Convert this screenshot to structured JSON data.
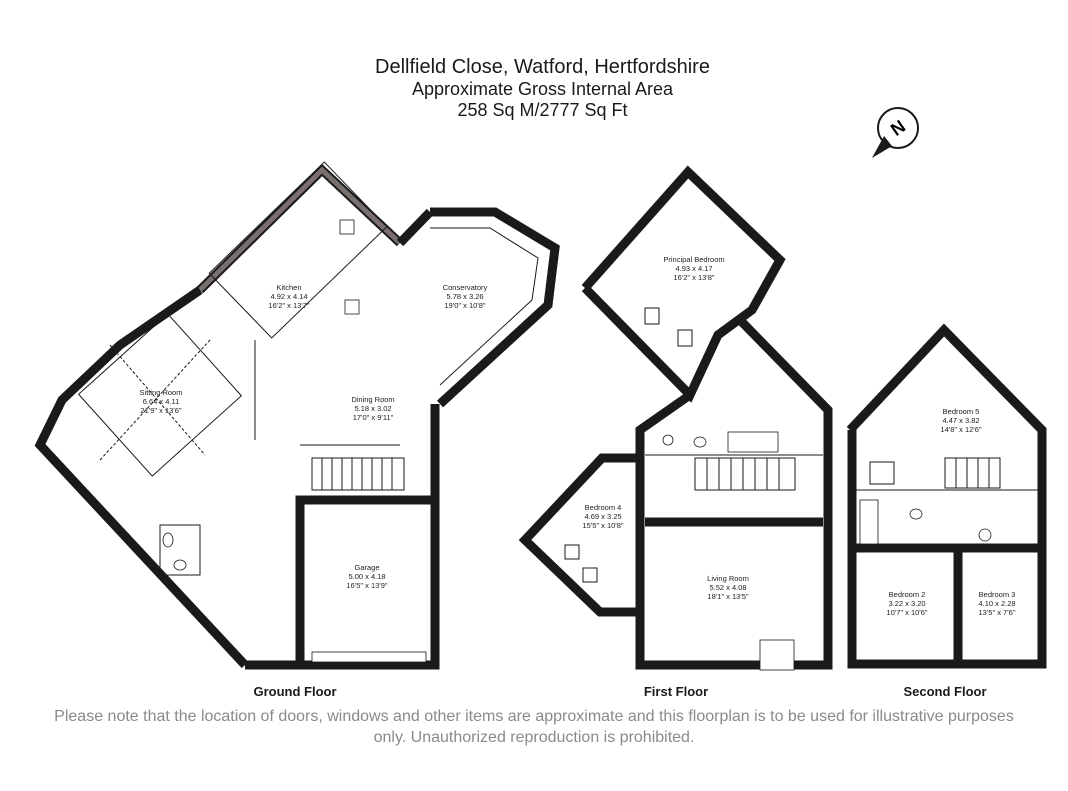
{
  "header": {
    "address": "Dellfield Close, Watford, Hertfordshire",
    "area_title": "Approximate Gross Internal Area",
    "area_value": "258 Sq M/2777 Sq Ft"
  },
  "compass": {
    "letter": "N",
    "icon": "north-arrow-icon"
  },
  "rooms": {
    "kitchen": {
      "name": "Kitchen",
      "metric": "4.92 x 4.14",
      "imperial": "16'2\" x 13'7\""
    },
    "conservatory": {
      "name": "Conservatory",
      "metric": "5.78 x 3.26",
      "imperial": "19'0\" x 10'8\""
    },
    "sitting": {
      "name": "Sitting Room",
      "metric": "6.64 x 4.11",
      "imperial": "21'9\" x 13'6\""
    },
    "dining": {
      "name": "Dining Room",
      "metric": "5.18 x 3.02",
      "imperial": "17'0\" x 9'11\""
    },
    "garage": {
      "name": "Garage",
      "metric": "5.00 x 4.18",
      "imperial": "16'5\" x 13'9\""
    },
    "principal": {
      "name": "Principal Bedroom",
      "metric": "4.93 x 4.17",
      "imperial": "16'2\" x 13'8\""
    },
    "bedroom4": {
      "name": "Bedroom 4",
      "metric": "4.69 x 3.25",
      "imperial": "15'5\" x 10'8\""
    },
    "living": {
      "name": "Living Room",
      "metric": "5.52 x 4.08",
      "imperial": "18'1\" x 13'5\""
    },
    "bedroom5": {
      "name": "Bedroom 5",
      "metric": "4.47 x 3.82",
      "imperial": "14'8\" x 12'6\""
    },
    "bedroom2": {
      "name": "Bedroom 2",
      "metric": "3.22 x 3.20",
      "imperial": "10'7\" x 10'6\""
    },
    "bedroom3": {
      "name": "Bedroom 3",
      "metric": "4.10 x 2.28",
      "imperial": "13'5\" x 7'6\""
    }
  },
  "floors": {
    "ground": "Ground Floor",
    "first": "First Floor",
    "second": "Second Floor"
  },
  "disclaimer": "Please note that the location of doors, windows and other items are approximate and this floorplan is to be used for illustrative purposes only. Unauthorized reproduction is prohibited.",
  "colors": {
    "wall": "#1a1a1a",
    "wall_fill": "#7a6f6f",
    "disclaimer_text": "#8a8a8a"
  }
}
